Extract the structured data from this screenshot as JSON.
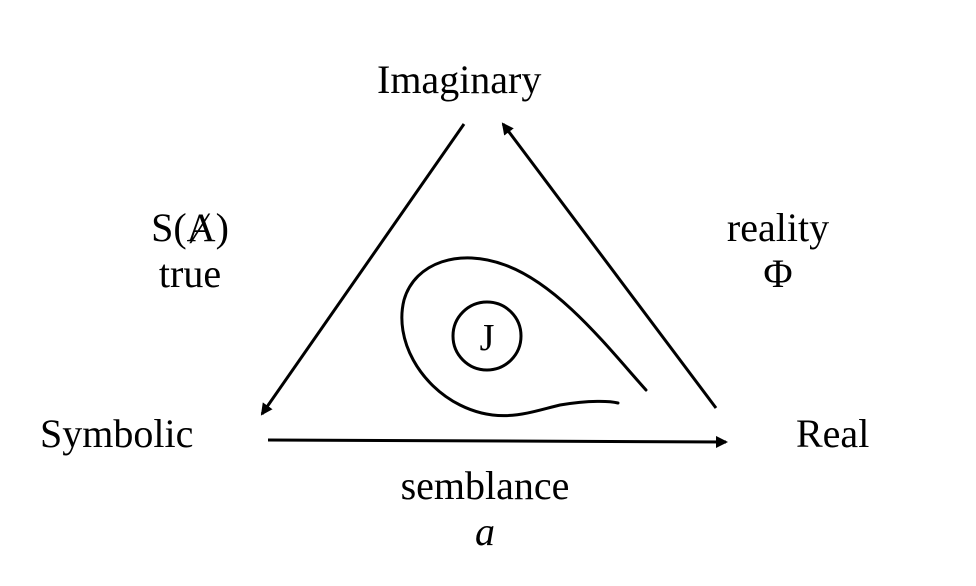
{
  "nodes": {
    "imaginary": "Imaginary",
    "symbolic": "Symbolic",
    "real": "Real"
  },
  "edges": {
    "symbolic_imaginary": {
      "line1": "S(Ⱥ)",
      "line2": "true"
    },
    "real_imaginary": {
      "line1": "reality",
      "line2": "Φ"
    },
    "symbolic_real": {
      "line1": "semblance",
      "line2": "a"
    }
  },
  "center": {
    "label": "J"
  }
}
